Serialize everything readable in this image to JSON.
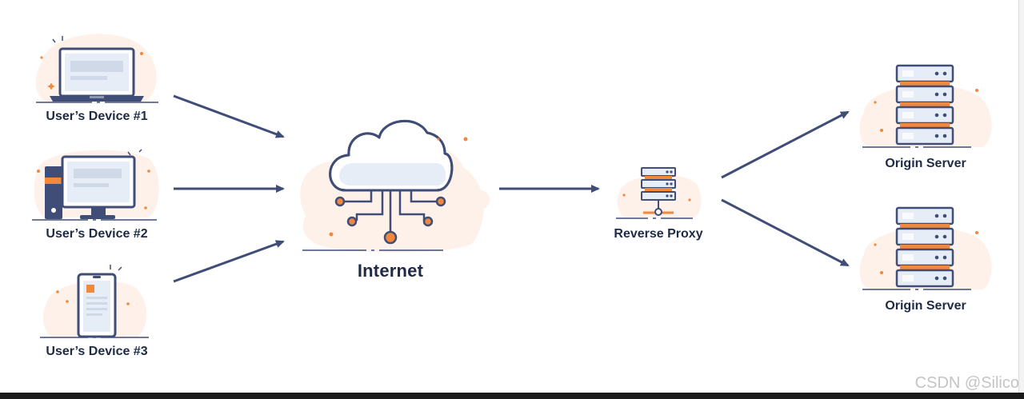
{
  "diagram": {
    "nodes": {
      "device1": {
        "label": "User’s Device #1",
        "icon": "laptop-icon"
      },
      "device2": {
        "label": "User’s Device #2",
        "icon": "desktop-computer-icon"
      },
      "device3": {
        "label": "User’s Device #3",
        "icon": "smartphone-icon"
      },
      "internet": {
        "label": "Internet",
        "icon": "cloud-network-icon"
      },
      "proxy": {
        "label": "Reverse Proxy",
        "icon": "server-icon"
      },
      "origin1": {
        "label": "Origin Server",
        "icon": "server-rack-icon"
      },
      "origin2": {
        "label": "Origin Server",
        "icon": "server-rack-icon"
      }
    },
    "edges": [
      {
        "from": "device1",
        "to": "internet"
      },
      {
        "from": "device2",
        "to": "internet"
      },
      {
        "from": "device3",
        "to": "internet"
      },
      {
        "from": "internet",
        "to": "proxy"
      },
      {
        "from": "proxy",
        "to": "origin1"
      },
      {
        "from": "proxy",
        "to": "origin2"
      }
    ]
  },
  "watermark": "CSDN @Silico",
  "colors": {
    "navy": "#3f4d77",
    "accent_orange": "#f0883e",
    "blob": "#fdf1ea",
    "screen": "#e6edf7"
  }
}
